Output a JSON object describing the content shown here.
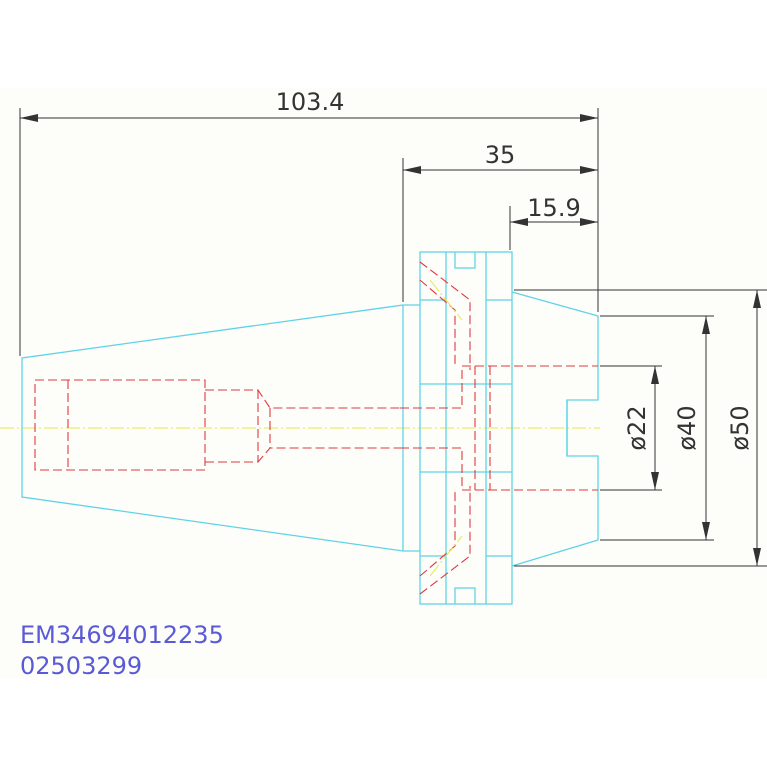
{
  "dimensions": {
    "overall_length": "103.4",
    "flange_length": "35",
    "nose_length": "15.9",
    "bore_diameter": "ø22",
    "nose_diameter": "ø40",
    "flange_diameter": "ø50"
  },
  "labels": {
    "part_code": "EM34694012235",
    "serial": "02503299"
  },
  "colors": {
    "outline": "#5fd3e6",
    "hidden": "#e0393e",
    "centerline": "#e6e64a",
    "dimension": "#333333",
    "text_code": "#5a5ad6"
  }
}
